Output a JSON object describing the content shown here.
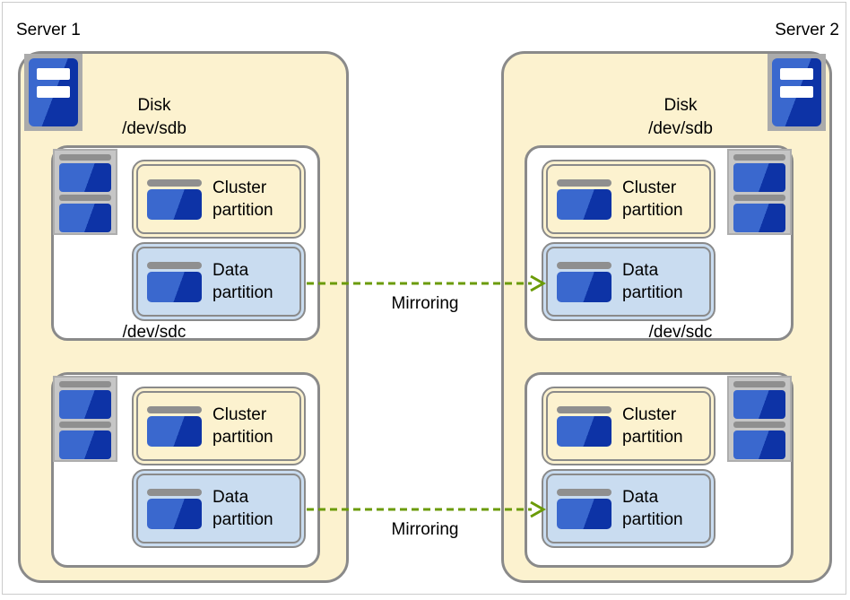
{
  "diagram": {
    "servers": [
      {
        "label": "Server 1",
        "disks": [
          {
            "title_line1": "Disk",
            "title_line2": "/dev/sdb",
            "partitions": [
              {
                "label": "Cluster partition"
              },
              {
                "label": "Data partition"
              }
            ]
          },
          {
            "title_line1": "",
            "title_line2": "/dev/sdc",
            "partitions": [
              {
                "label": "Cluster partition"
              },
              {
                "label": "Data partition"
              }
            ]
          }
        ]
      },
      {
        "label": "Server 2",
        "disks": [
          {
            "title_line1": "Disk",
            "title_line2": "/dev/sdb",
            "partitions": [
              {
                "label": "Cluster partition"
              },
              {
                "label": "Data partition"
              }
            ]
          },
          {
            "title_line1": "",
            "title_line2": "/dev/sdc",
            "partitions": [
              {
                "label": "Cluster partition"
              },
              {
                "label": "Data partition"
              }
            ]
          }
        ]
      }
    ],
    "mirroring": [
      {
        "label": "Mirroring"
      },
      {
        "label": "Mirroring"
      }
    ],
    "colors": {
      "server_fill": "#FCF2CF",
      "box_border": "#8A8A8A",
      "disk_box_fill": "#FFFFFF",
      "cluster_partition_fill": "#FCF2CF",
      "data_partition_fill": "#C9DCF0",
      "disk_blue_light": "#3A68CE",
      "disk_blue_dark": "#0D33A6",
      "icon_gray_bg": "#C6C6C6",
      "icon_gray_border": "#ADADAD",
      "server_icon_bg": "#ABABAB",
      "bar_gray": "#8F8F8F",
      "arrow_green": "#6B9B08",
      "frame_border": "#CBCBCB",
      "text_color": "#000000"
    }
  }
}
